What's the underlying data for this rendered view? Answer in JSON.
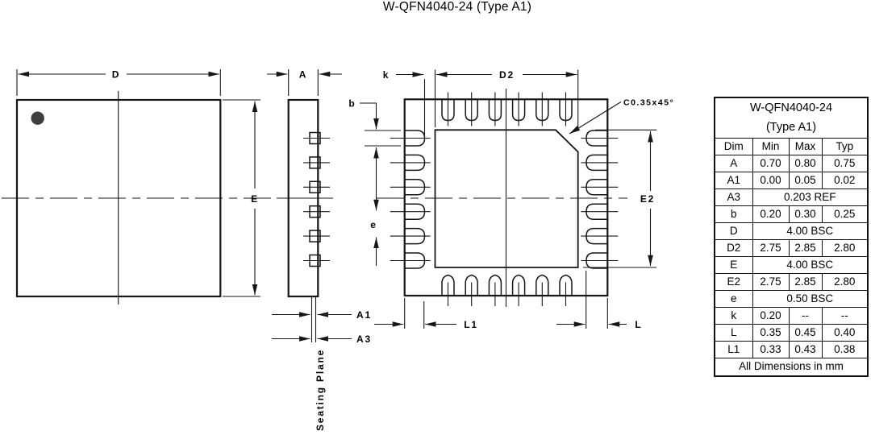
{
  "drawing": {
    "title": "W-QFN4040-24 (Type A1)",
    "top_view": {
      "d_label": "D",
      "e_label": "E"
    },
    "side_view": {
      "a_label": "A",
      "a1_label": "A1",
      "a3_label": "A3",
      "seating_plane_label": "Seating Plane"
    },
    "bottom_view": {
      "k_label": "k",
      "d2_label": "D2",
      "b_label": "b",
      "e_label": "e",
      "e2_label": "E2",
      "l1_label": "L1",
      "l_label": "L",
      "chamfer_note": "C0.35x45°"
    }
  },
  "table": {
    "title1": "W-QFN4040-24",
    "title2": "(Type A1)",
    "headers": [
      "Dim",
      "Min",
      "Max",
      "Typ"
    ],
    "rows": [
      {
        "dim": "A",
        "min": "0.70",
        "max": "0.80",
        "typ": "0.75"
      },
      {
        "dim": "A1",
        "min": "0.00",
        "max": "0.05",
        "typ": "0.02"
      },
      {
        "dim": "A3",
        "value": "0.203 REF"
      },
      {
        "dim": "b",
        "min": "0.20",
        "max": "0.30",
        "typ": "0.25"
      },
      {
        "dim": "D",
        "value": "4.00 BSC"
      },
      {
        "dim": "D2",
        "min": "2.75",
        "max": "2.85",
        "typ": "2.80"
      },
      {
        "dim": "E",
        "value": "4.00 BSC"
      },
      {
        "dim": "E2",
        "min": "2.75",
        "max": "2.85",
        "typ": "2.80"
      },
      {
        "dim": "e",
        "value": "0.50 BSC"
      },
      {
        "dim": "k",
        "min": "0.20",
        "max": "--",
        "typ": "--"
      },
      {
        "dim": "L",
        "min": "0.35",
        "max": "0.45",
        "typ": "0.40"
      },
      {
        "dim": "L1",
        "min": "0.33",
        "max": "0.43",
        "typ": "0.38"
      }
    ],
    "footer": "All Dimensions in mm"
  },
  "colors": {
    "line": "#161616",
    "pin1_marker": "#3f3f3f",
    "background": "#ffffff"
  }
}
